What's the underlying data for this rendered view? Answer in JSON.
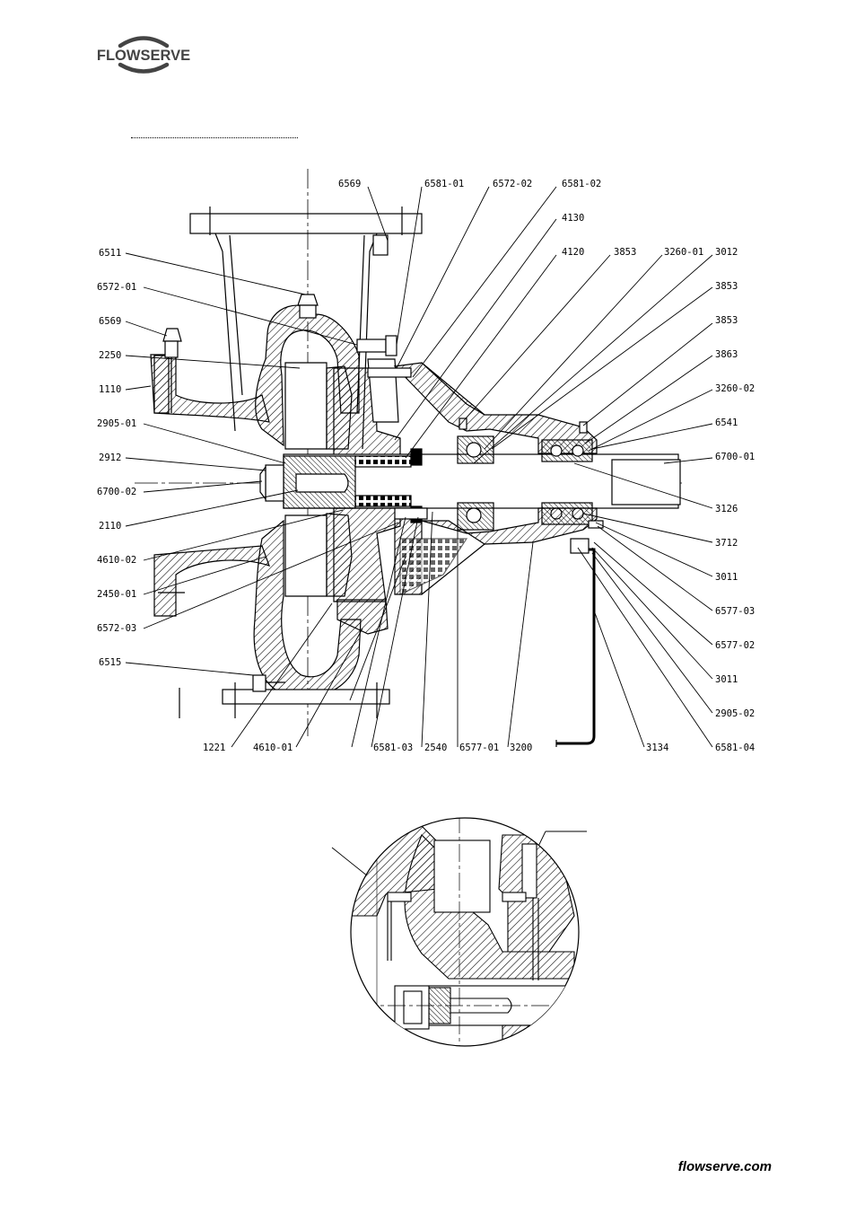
{
  "header": {
    "logo_text": "FLOWSERVE"
  },
  "footer": {
    "url": "flowserve.com"
  },
  "drawing": {
    "callouts": {
      "c6569a": "6569",
      "c6581_01": "6581-01",
      "c6572_02": "6572-02",
      "c6581_02": "6581-02",
      "c4130": "4130",
      "c4120": "4120",
      "c3853a": "3853",
      "c3260_01": "3260-01",
      "c3012": "3012",
      "c3853b": "3853",
      "c3853c": "3853",
      "c3863": "3863",
      "c3260_02": "3260-02",
      "c6541": "6541",
      "c6700_01": "6700-01",
      "c3126": "3126",
      "c3712": "3712",
      "c3011a": "3011",
      "c6577_03": "6577-03",
      "c6577_02": "6577-02",
      "c3011b": "3011",
      "c2905_02": "2905-02",
      "c6581_04": "6581-04",
      "c3134": "3134",
      "c3200": "3200",
      "c6577_01": "6577-01",
      "c2540": "2540",
      "c6581_03": "6581-03",
      "c4610_01": "4610-01",
      "c1221": "1221",
      "c6511": "6511",
      "c6572_01": "6572-01",
      "c6569b": "6569",
      "c2250": "2250",
      "c1110": "1110",
      "c2905_01": "2905-01",
      "c2912": "2912",
      "c6700_02": "6700-02",
      "c2110": "2110",
      "c4610_02": "4610-02",
      "c2450_01": "2450-01",
      "c6572_03": "6572-03",
      "c6515": "6515"
    }
  }
}
